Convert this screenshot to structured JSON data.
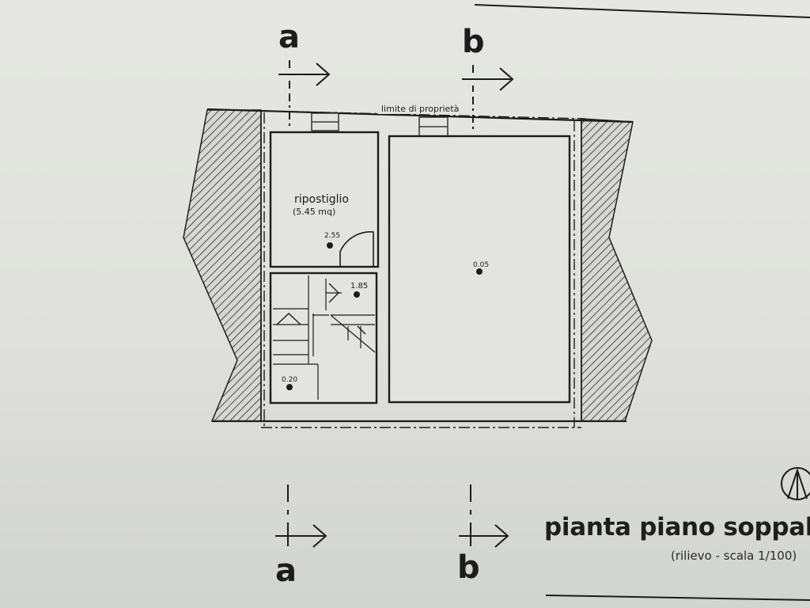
{
  "sections": {
    "a": "a",
    "b": "b"
  },
  "plan": {
    "property_limit_label": "limite di proprietà",
    "storage_room_name": "ripostiglio",
    "storage_room_area": "(5.45 mq)",
    "elevations": {
      "storage": "2.55",
      "landing": "1.85",
      "stair_bottom": "0.20",
      "main_room": "0.05"
    }
  },
  "title_block": {
    "title": "pianta piano soppalco",
    "subtitle": "(rilievo - scala 1/100)"
  },
  "colors": {
    "paper": "#e2e3de",
    "line": "#1c1c1c",
    "wall_hatch": "#2b2b2b"
  },
  "icons": {
    "north_arrow": "north-arrow-icon",
    "section_arrow": "arrow-right-icon"
  }
}
